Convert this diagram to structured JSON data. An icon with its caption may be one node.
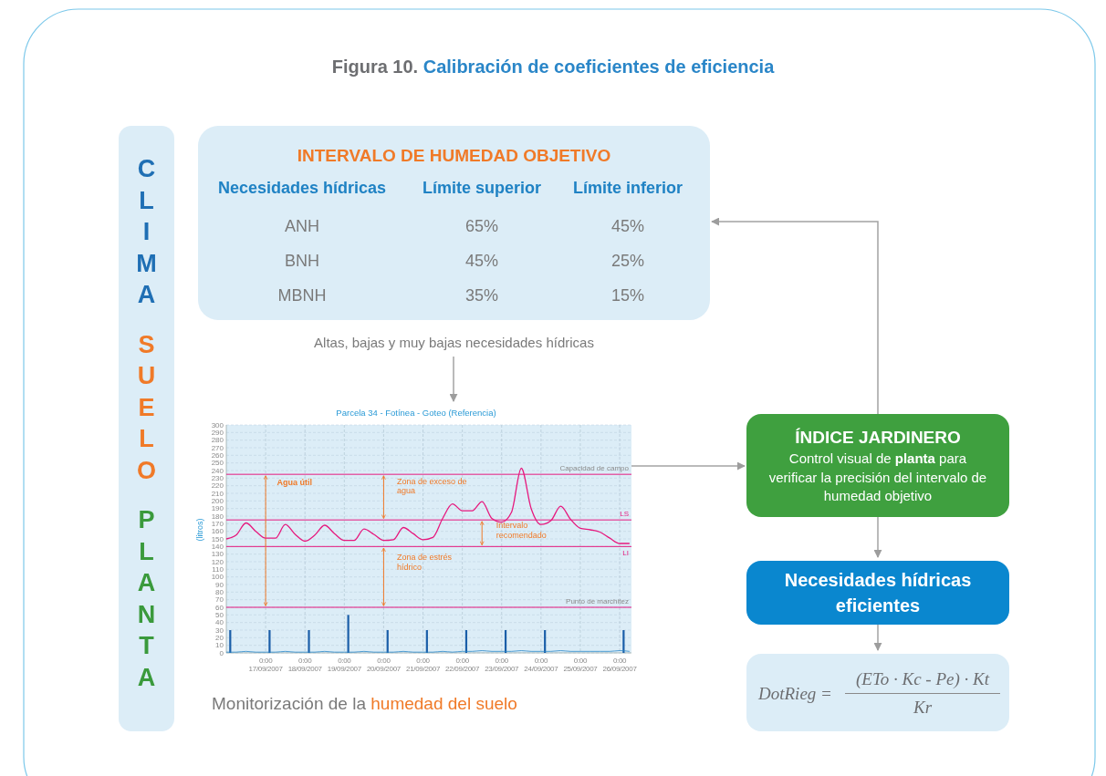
{
  "diagram": {
    "title": "Figura 10. Calibración de coeficientes de eficiencia",
    "nodes": [
      {
        "text": [
          "CLIMA",
          "SUELO",
          "PLANTA"
        ]
      },
      {
        "text": [
          "INTERVALO DE HUMEDAD OBJETIVO",
          "Necesidades hídricas",
          "Límite superior",
          "Límite inferior",
          "ANH",
          "65%",
          "45%",
          "BNH",
          "45%",
          "25%",
          "MBNH",
          "35%",
          "15%"
        ],
        "beside": [
          "Altas, bajas y muy bajas necesidades hídricas"
        ]
      },
      {
        "text": [],
        "shape": "picture",
        "beside": [
          "Monitorización de la",
          "humedad del suelo"
        ]
      },
      {
        "text": [
          "ÍNDICE JARDINERO",
          "Control visual de **planta** para verificar la precisión del intervalo de humedad objetivo"
        ]
      },
      {
        "text": [
          "Necesidades hídricas eficientes"
        ]
      },
      {
        "text": [
          "DotRieg =",
          "(ETo · Kc - Pe) · Kt",
          "Kr"
        ]
      }
    ],
    "edges": [
      {
        "from": 1,
        "to": 2,
        "arrow": "to"
      },
      {
        "from": 2,
        "to": 3,
        "arrow": "to"
      },
      {
        "from": 3,
        "to": 1,
        "arrow": "to"
      },
      {
        "from": 3,
        "to": 4,
        "arrow": "to"
      },
      {
        "from": 4,
        "to": 5,
        "arrow": "to"
      }
    ],
    "chart_data": {
      "type": "line",
      "title": "Parcela 34 - Fotínea - Goteo (Referencia)",
      "ylabel": "(litros)",
      "categories": [
        null,
        null,
        null,
        null,
        "0:00 17/09/2007",
        null,
        null,
        null,
        "0:00 18/09/2007",
        null,
        null,
        null,
        "0:00 19/09/2007",
        null,
        null,
        null,
        "0:00 20/09/2007",
        null,
        null,
        null,
        "0:00 21/09/2007",
        null,
        null,
        null,
        "0:00 22/09/2007",
        null,
        null,
        null,
        "0:00 23/09/2007",
        null,
        null,
        null,
        "0:00 24/09/2007",
        null,
        null,
        null,
        "0:00 25/09/2007",
        null,
        null,
        null,
        "0:00 26/09/2007",
        null
      ],
      "series": [
        {
          "color": "#e6197e",
          "values": [
            150,
            155,
            171,
            160,
            151,
            151,
            169,
            156,
            147,
            155,
            168,
            157,
            148,
            148,
            163,
            156,
            148,
            149,
            165,
            157,
            149,
            152,
            177,
            196,
            187,
            187,
            199,
            177,
            172,
            185,
            243,
            190,
            169,
            174,
            193,
            176,
            164,
            162,
            159,
            151,
            144,
            144
          ]
        },
        {
          "type": "bar",
          "color": "#1a5ea8",
          "values": [
            30,
            null,
            null,
            null,
            30,
            null,
            null,
            null,
            30,
            null,
            null,
            null,
            50,
            null,
            null,
            null,
            30,
            null,
            null,
            null,
            30,
            null,
            null,
            null,
            30,
            null,
            null,
            null,
            30,
            null,
            null,
            null,
            30,
            null,
            null,
            null,
            null,
            null,
            null,
            null,
            30,
            null
          ]
        },
        {
          "color": "#2a86c8",
          "values": [
            1,
            1,
            2,
            1,
            1,
            1,
            2,
            1,
            1,
            1,
            2,
            1,
            1,
            1,
            2,
            1,
            1,
            1,
            2,
            1,
            1,
            1,
            2,
            1,
            2,
            2,
            3,
            2,
            2,
            2,
            3,
            2,
            2,
            2,
            3,
            2,
            2,
            2,
            2,
            2,
            3,
            2
          ]
        }
      ],
      "grid": true,
      "ylim": [
        0,
        300
      ],
      "yticks": [
        0,
        10,
        20,
        30,
        40,
        50,
        60,
        70,
        80,
        90,
        100,
        110,
        120,
        130,
        140,
        150,
        160,
        170,
        180,
        190,
        200,
        210,
        220,
        230,
        240,
        250,
        260,
        270,
        280,
        290,
        300
      ],
      "annotations": [
        "Capacidad de campo",
        "LS",
        "LI",
        "Punto de marchitez",
        "Agua útil",
        "Zona de exceso de agua",
        "Intervalo recomendado",
        "Zona de estrés hídrico"
      ]
    }
  }
}
